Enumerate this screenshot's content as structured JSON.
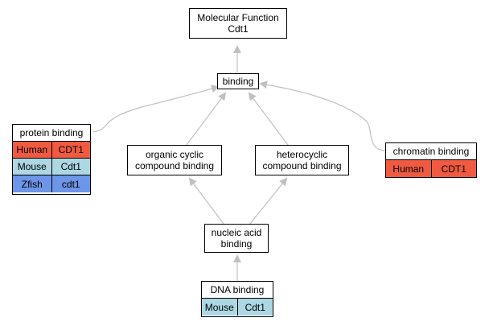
{
  "nodes": {
    "root": "Molecular Function\nCdt1",
    "binding": "binding",
    "organic": "organic cyclic\ncompound binding",
    "hetero": "heterocyclic\ncompound binding",
    "nucleic": "nucleic acid\nbinding"
  },
  "protein_binding": {
    "title": "protein binding",
    "rows": [
      {
        "species": "Human",
        "gene": "CDT1",
        "color": "#f05a40"
      },
      {
        "species": "Mouse",
        "gene": "Cdt1",
        "color": "#acd7e3"
      },
      {
        "species": "Zfish",
        "gene": "cdt1",
        "color": "#6d95e8"
      }
    ]
  },
  "chromatin_binding": {
    "title": "chromatin binding",
    "rows": [
      {
        "species": "Human",
        "gene": "CDT1",
        "color": "#f05a40"
      }
    ]
  },
  "dna_binding": {
    "title": "DNA binding",
    "rows": [
      {
        "species": "Mouse",
        "gene": "Cdt1",
        "color": "#acd7e3"
      }
    ]
  },
  "edge_color": "#c0c0c0"
}
